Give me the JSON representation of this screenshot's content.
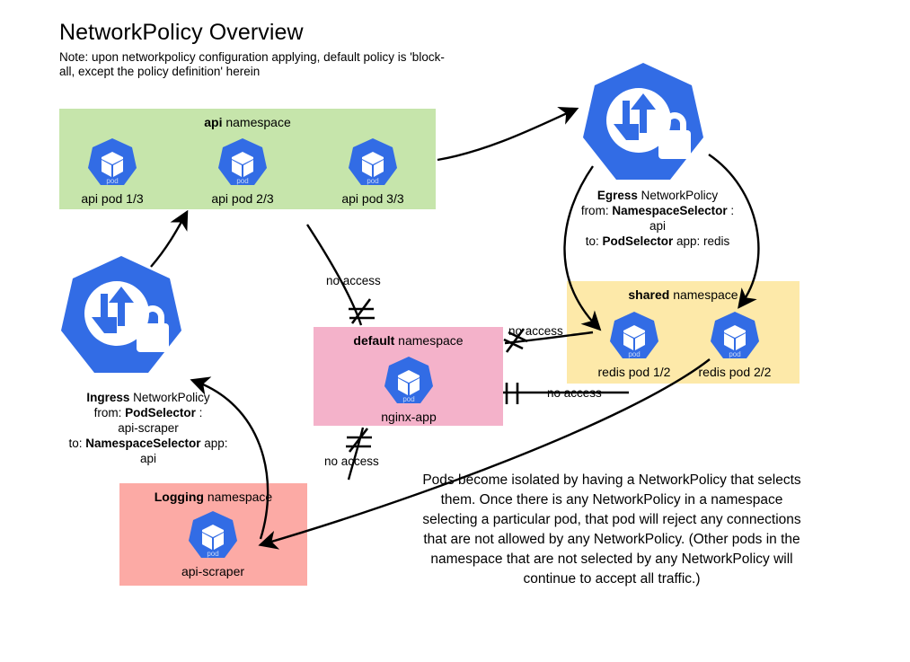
{
  "header": {
    "title": "NetworkPolicy Overview",
    "note": "Note: upon networkpolicy configuration applying, default policy is 'block-all, except the policy definition' herein"
  },
  "namespaces": [
    {
      "id": "api",
      "name": "api",
      "label_suffix": " namespace",
      "color": "#c6e5ab",
      "pods": [
        {
          "icon": "pod-icon",
          "icon_label": "pod",
          "caption": "api pod 1/3"
        },
        {
          "icon": "pod-icon",
          "icon_label": "pod",
          "caption": "api pod 2/3"
        },
        {
          "icon": "pod-icon",
          "icon_label": "pod",
          "caption": "api pod 3/3"
        }
      ]
    },
    {
      "id": "shared",
      "name": "shared",
      "label_suffix": " namespace",
      "color": "#fde9a9",
      "pods": [
        {
          "icon": "pod-icon",
          "icon_label": "pod",
          "caption": "redis pod 1/2"
        },
        {
          "icon": "pod-icon",
          "icon_label": "pod",
          "caption": "redis pod 2/2"
        }
      ]
    },
    {
      "id": "default",
      "name": "default",
      "label_suffix": " namespace",
      "color": "#f4b2ca",
      "pods": [
        {
          "icon": "pod-icon",
          "icon_label": "pod",
          "caption": "nginx-app"
        }
      ]
    },
    {
      "id": "logging",
      "name": "Logging",
      "label_suffix": " namespace",
      "color": "#fcaaa5",
      "pods": [
        {
          "icon": "pod-icon",
          "icon_label": "pod",
          "caption": "api-scraper"
        }
      ]
    }
  ],
  "policies": {
    "egress": {
      "icon": "networkpolicy-lock-icon",
      "line1_bold": "Egress",
      "line1_rest": " NetworkPolicy",
      "line2_pre": "from: ",
      "line2_bold": "NamespaceSelector",
      "line2_post": " :",
      "line3": "api",
      "line4_pre": "to: ",
      "line4_bold": "PodSelector",
      "line4_post": " app: redis"
    },
    "ingress": {
      "icon": "networkpolicy-lock-icon",
      "line1_bold": "Ingress",
      "line1_rest": " NetworkPolicy",
      "line2_pre": "from: ",
      "line2_bold": "PodSelector",
      "line2_post": " :",
      "line3": "api-scraper",
      "line4_pre": "to: ",
      "line4_bold": "NamespaceSelector",
      "line4_post": " app:",
      "line5": "api"
    }
  },
  "edge_labels": {
    "no_access_api_default": "no access",
    "no_access_default_shared_top": "no access",
    "no_access_default_shared_bottom": "no access",
    "no_access_default_logging": "no access"
  },
  "explainer": "Pods become isolated by having a NetworkPolicy that selects them. Once there is any NetworkPolicy in a namespace selecting a particular pod, that pod will reject any connections that are not allowed by any NetworkPolicy. (Other pods in the namespace that are not selected by any NetworkPolicy will continue to accept all traffic.)",
  "colors": {
    "kubernetes_blue": "#326ce5",
    "api_namespace": "#c6e5ab",
    "shared_namespace": "#fde9a9",
    "default_namespace": "#f4b2ca",
    "logging_namespace": "#fcaaa5",
    "edge_stroke": "#000000"
  }
}
